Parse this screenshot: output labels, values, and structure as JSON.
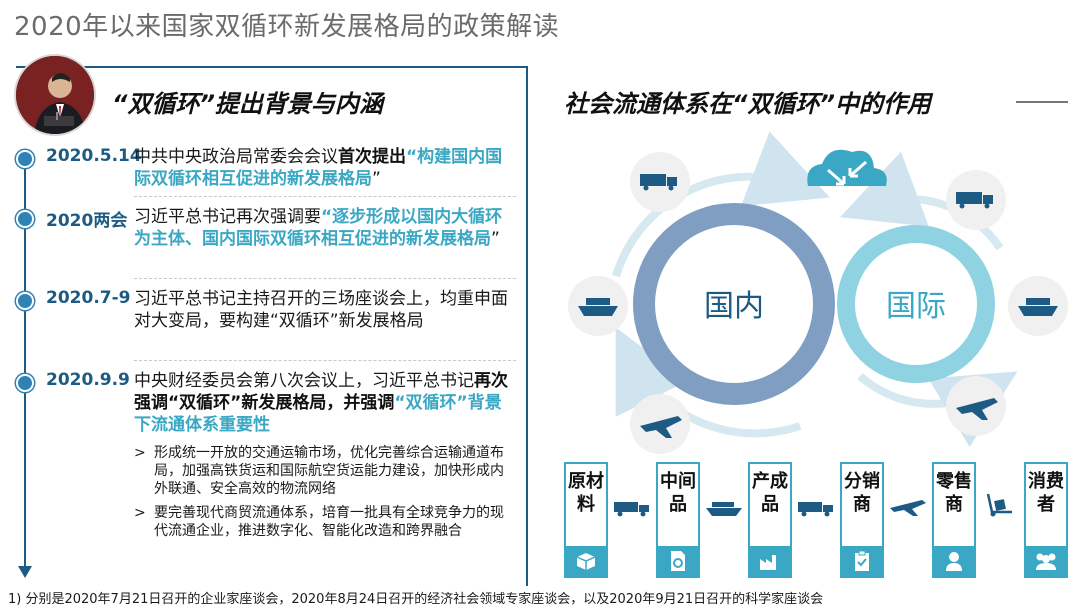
{
  "page_title": "2020年以来国家双循环新发展格局的政策解读",
  "left": {
    "heading": "“双循环”提出背景与内涵",
    "events": [
      {
        "date": "2020.5.14",
        "text_plain_1": "中共中央政治局常委会会议",
        "text_bold_1": "首次提出",
        "text_teal_1": "“构建国内国际双循环相互促进的新发展格局",
        "text_plain_2": "”"
      },
      {
        "date": "2020两会",
        "text_plain_1": "习近平总书记再次强调要",
        "text_teal_1": "“逐步形成以国内大循环为主体、国内国际双循环相互促进的新发展格局",
        "text_plain_2": "”"
      },
      {
        "date": "2020.7-9",
        "text_plain_1": "习近平总书记主持召开的三场座谈会上，均重申面对大变局，要构建“双循环”新发展格局"
      },
      {
        "date": "2020.9.9",
        "text_plain_1": "中央财经委员会第八次会议上，习近平总书记",
        "text_bold_1": "再次强调“双循环”新发展格局，并强调",
        "text_teal_1": "“双循环”背景下流通体系重要性"
      }
    ],
    "bullets": [
      {
        "mark": ">",
        "text": "形成统一开放的交通运输市场，优化完善综合运输通道布局，加强高铁货运和国际航空货运能力建设，加快形成内外联通、安全高效的物流网络"
      },
      {
        "mark": ">",
        "text": "要完善现代商贸流通体系，培育一批具有全球竞争力的现代流通企业，推进数字化、智能化改造和跨界融合"
      }
    ],
    "footnote": "1) 分别是2020年7月21日召开的企业家座谈会，2020年8月24日召开的经济社会领域专家座谈会，以及2020年9月21日召开的科学家座谈会"
  },
  "right": {
    "heading": "社会流通体系在“双循环”中的作用",
    "circle_domestic": "国内",
    "circle_international": "国际",
    "flow_steps": [
      {
        "label": "原材料",
        "icon": "box-icon"
      },
      {
        "label": "中间品",
        "icon": "gear-doc-icon"
      },
      {
        "label": "产成品",
        "icon": "factory-icon"
      },
      {
        "label": "分销商",
        "icon": "clipboard-icon"
      },
      {
        "label": "零售商",
        "icon": "person-icon"
      },
      {
        "label": "消费者",
        "icon": "people-icon"
      }
    ],
    "flow_connectors": [
      "truck-icon",
      "ship-icon",
      "truck-icon",
      "plane-icon",
      "hand-truck-icon"
    ]
  },
  "colors": {
    "accent_dark": "#1e5b84",
    "accent_teal": "#3aa8c4",
    "domestic_ring": "#7f9ec2",
    "international_ring": "#8fd3e3"
  }
}
